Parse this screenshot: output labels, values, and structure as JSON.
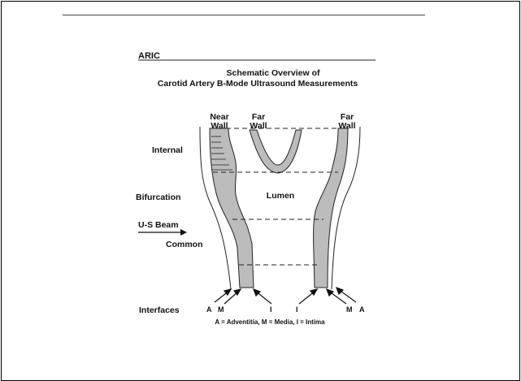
{
  "header": {
    "org": "ARIC"
  },
  "title": {
    "line1": "Schematic Overview of",
    "line2": "Carotid Artery B-Mode Ultrasound Measurements"
  },
  "column_labels": {
    "near_wall": [
      "Near",
      "Wall"
    ],
    "far_wall_center": [
      "Far",
      "Wall"
    ],
    "far_wall_right": [
      "Far",
      "Wall"
    ]
  },
  "segments": {
    "internal": "Internal",
    "bifurcation": "Bifurcation",
    "common": "Common"
  },
  "lumen_label": "Lumen",
  "beam_label": "U-S Beam",
  "interfaces": {
    "label": "Interfaces",
    "letters_left": [
      "A",
      "M",
      "I"
    ],
    "letters_right": [
      "I",
      "M",
      "A"
    ]
  },
  "legend": "A = Adventitia, M = Media, I = Intima",
  "colors": {
    "wall_fill": "#bcbcbc",
    "ink": "#111111"
  }
}
